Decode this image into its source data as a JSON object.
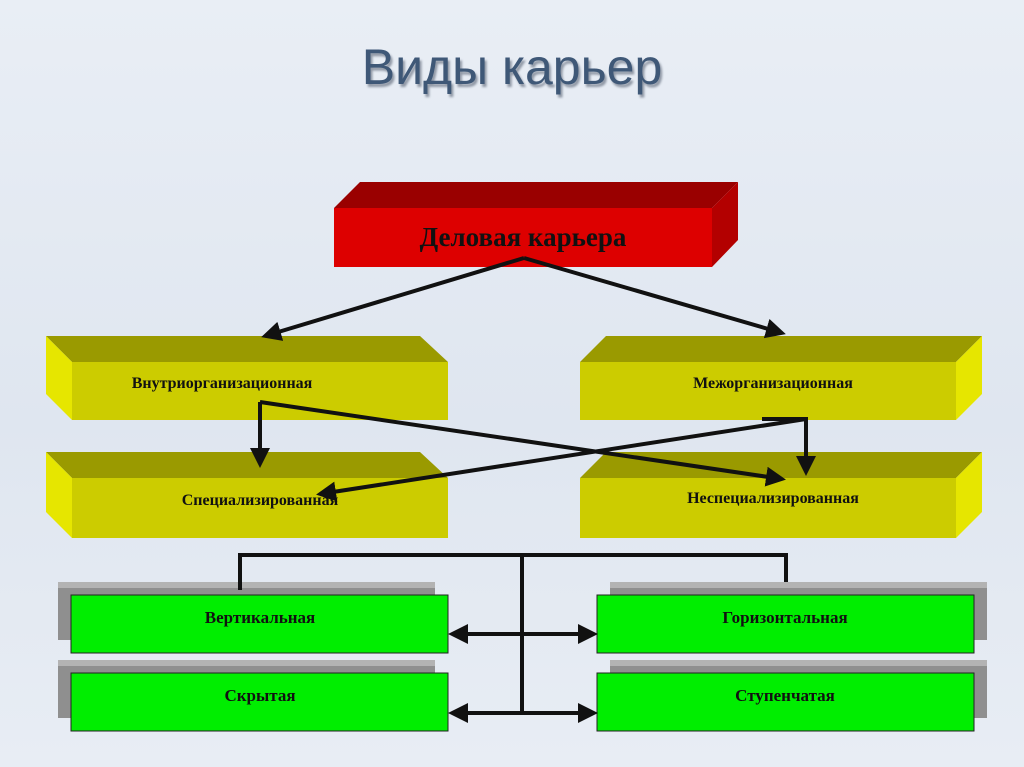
{
  "title": "Виды карьер",
  "root": {
    "label": "Деловая карьера",
    "color": "#dd0000"
  },
  "level1": {
    "left": "Внутриорганизационная",
    "right": "Межорганизационная",
    "color": "#cccc00"
  },
  "level2": {
    "left": "Специализированная",
    "right": "Неспециализированная",
    "color": "#cccc00"
  },
  "boxes": {
    "vertical": "Вертикальная",
    "horizontal": "Горизонтальная",
    "hidden": "Скрытая",
    "stepped": "Ступенчатая",
    "color": "#00ee00"
  }
}
